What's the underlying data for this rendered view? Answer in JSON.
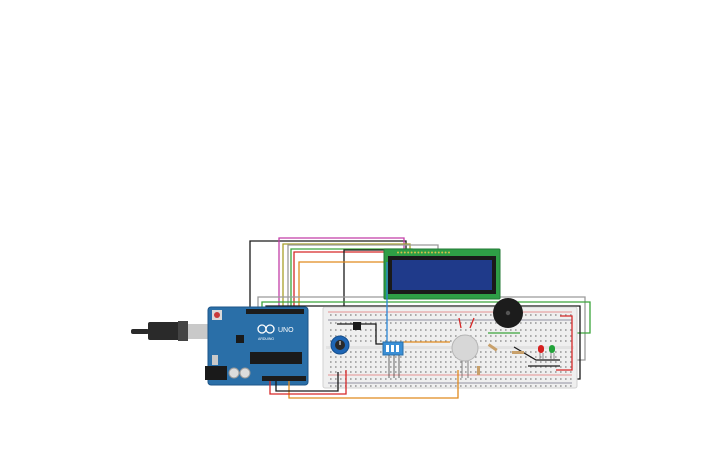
{
  "arduino": {
    "board_label": "UNO",
    "brand_label": "ARDUINO"
  },
  "colors": {
    "board_blue": "#2a6fa8",
    "lcd_green": "#2e9e46",
    "lcd_screen": "#1f3a8a",
    "breadboard": "#efefef",
    "potentiometer": "#1e66b5",
    "dip_switch": "#3a8fd6",
    "wire_red": "#d62828",
    "wire_black": "#1a1a1a",
    "wire_green": "#3aa33a",
    "wire_orange": "#e08a1e",
    "wire_magenta": "#c23fa8",
    "wire_olive": "#a8a02a",
    "wire_gray": "#8a8a8a",
    "wire_blue": "#2a86d6",
    "led_red": "#d62020",
    "led_green": "#22a33a"
  },
  "components": [
    {
      "name": "arduino-uno",
      "icon": "arduino-board-icon"
    },
    {
      "name": "usb-cable",
      "icon": "usb-plug-icon"
    },
    {
      "name": "breadboard",
      "icon": "breadboard-icon"
    },
    {
      "name": "lcd-16x2",
      "icon": "lcd-display-icon"
    },
    {
      "name": "piezo-buzzer",
      "icon": "buzzer-icon"
    },
    {
      "name": "potentiometer",
      "icon": "knob-icon"
    },
    {
      "name": "dip-switch",
      "icon": "dip-switch-icon"
    },
    {
      "name": "ultrasonic-sensor",
      "icon": "sensor-icon"
    },
    {
      "name": "temperature-sensor",
      "icon": "transistor-icon"
    },
    {
      "name": "red-led",
      "icon": "led-icon"
    },
    {
      "name": "green-led",
      "icon": "led-icon"
    }
  ]
}
